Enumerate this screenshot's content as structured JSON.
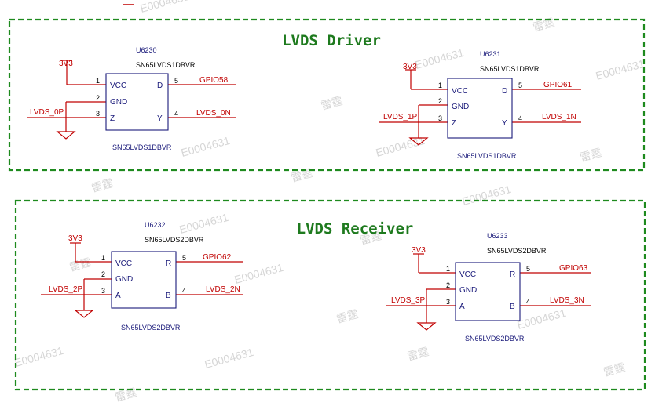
{
  "colors": {
    "frame": "#1e8a1e",
    "wire": "#c00000",
    "symbol": "#1a1a7a",
    "title": "#1e7a1e"
  },
  "watermarks": [
    "E0004631",
    "雷霆"
  ],
  "driver": {
    "title": "LVDS Driver",
    "u6230": {
      "ref": "U6230",
      "value": "SN65LVDS1DBVR",
      "footer": "SN65LVDS1DBVR",
      "power": "3V3",
      "in_net": "LVDS_0P",
      "out_top": "GPIO58",
      "out_bot": "LVDS_0N",
      "pins": {
        "p1": "1",
        "p2": "2",
        "p3": "3",
        "p4": "4",
        "p5": "5"
      },
      "pin_names": {
        "vcc": "VCC",
        "gnd": "GND",
        "in": "Z",
        "top": "D",
        "bot": "Y"
      }
    },
    "u6231": {
      "ref": "U6231",
      "value": "SN65LVDS1DBVR",
      "footer": "SN65LVDS1DBVR",
      "power": "3V3",
      "in_net": "LVDS_1P",
      "out_top": "GPIO61",
      "out_bot": "LVDS_1N",
      "pins": {
        "p1": "1",
        "p2": "2",
        "p3": "3",
        "p4": "4",
        "p5": "5"
      },
      "pin_names": {
        "vcc": "VCC",
        "gnd": "GND",
        "in": "Z",
        "top": "D",
        "bot": "Y"
      }
    }
  },
  "receiver": {
    "title": "LVDS Receiver",
    "u6232": {
      "ref": "U6232",
      "value": "SN65LVDS2DBVR",
      "footer": "SN65LVDS2DBVR",
      "power": "3V3",
      "in_net": "LVDS_2P",
      "out_top": "GPIO62",
      "out_bot": "LVDS_2N",
      "pins": {
        "p1": "1",
        "p2": "2",
        "p3": "3",
        "p4": "4",
        "p5": "5"
      },
      "pin_names": {
        "vcc": "VCC",
        "gnd": "GND",
        "in": "A",
        "top": "R",
        "bot": "B"
      }
    },
    "u6233": {
      "ref": "U6233",
      "value": "SN65LVDS2DBVR",
      "footer": "SN65LVDS2DBVR",
      "power": "3V3",
      "in_net": "LVDS_3P",
      "out_top": "GPIO63",
      "out_bot": "LVDS_3N",
      "pins": {
        "p1": "1",
        "p2": "2",
        "p3": "3",
        "p4": "4",
        "p5": "5"
      },
      "pin_names": {
        "vcc": "VCC",
        "gnd": "GND",
        "in": "A",
        "top": "R",
        "bot": "B"
      }
    }
  }
}
